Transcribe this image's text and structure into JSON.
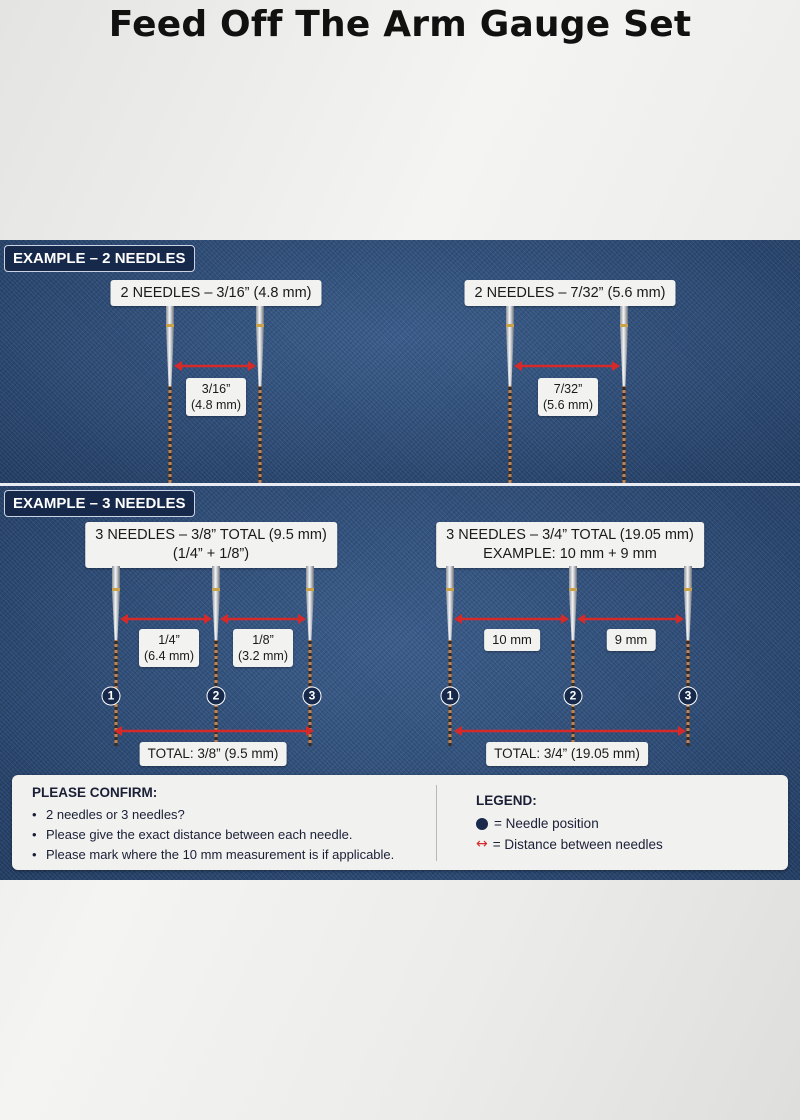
{
  "title": "Feed Off The Arm Gauge Set",
  "section_two": {
    "tag": "EXAMPLE – 2 NEEDLES",
    "left": {
      "header": "2 NEEDLES – 3/16” (4.8 mm)",
      "dist_line1": "3/16”",
      "dist_line2": "(4.8 mm)"
    },
    "right": {
      "header": "2 NEEDLES – 7/32” (5.6 mm)",
      "dist_line1": "7/32”",
      "dist_line2": "(5.6 mm)"
    }
  },
  "section_three": {
    "tag": "EXAMPLE – 3 NEEDLES",
    "left": {
      "header_line1": "3 NEEDLES – 3/8” TOTAL (9.5 mm)",
      "header_line2": "(1/4” + 1/8”)",
      "gap1_line1": "1/4”",
      "gap1_line2": "(6.4 mm)",
      "gap2_line1": "1/8”",
      "gap2_line2": "(3.2 mm)",
      "needle_numbers": [
        "1",
        "2",
        "3"
      ],
      "total": "TOTAL: 3/8” (9.5 mm)"
    },
    "right": {
      "header_line1": "3 NEEDLES – 3/4” TOTAL (19.05 mm)",
      "header_line2": "EXAMPLE: 10 mm + 9 mm",
      "gap1": "10 mm",
      "gap2": "9 mm",
      "needle_numbers": [
        "1",
        "2",
        "3"
      ],
      "total": "TOTAL: 3/4” (19.05 mm)"
    }
  },
  "confirm": {
    "title": "PLEASE CONFIRM:",
    "bullet": "•",
    "items": [
      "2 needles or 3 needles?",
      "Please give the exact distance between each needle.",
      "Please mark where the 10 mm measurement is if applicable."
    ]
  },
  "legend": {
    "title": "LEGEND:",
    "needle_position": "= Needle position",
    "distance": "= Distance between needles",
    "distance_icon": "↔"
  },
  "colors": {
    "denim": "#2e4d78",
    "tag_bg": "#17294a",
    "arrow": "#d62a2a",
    "label_bg": "#f2f2f0"
  }
}
